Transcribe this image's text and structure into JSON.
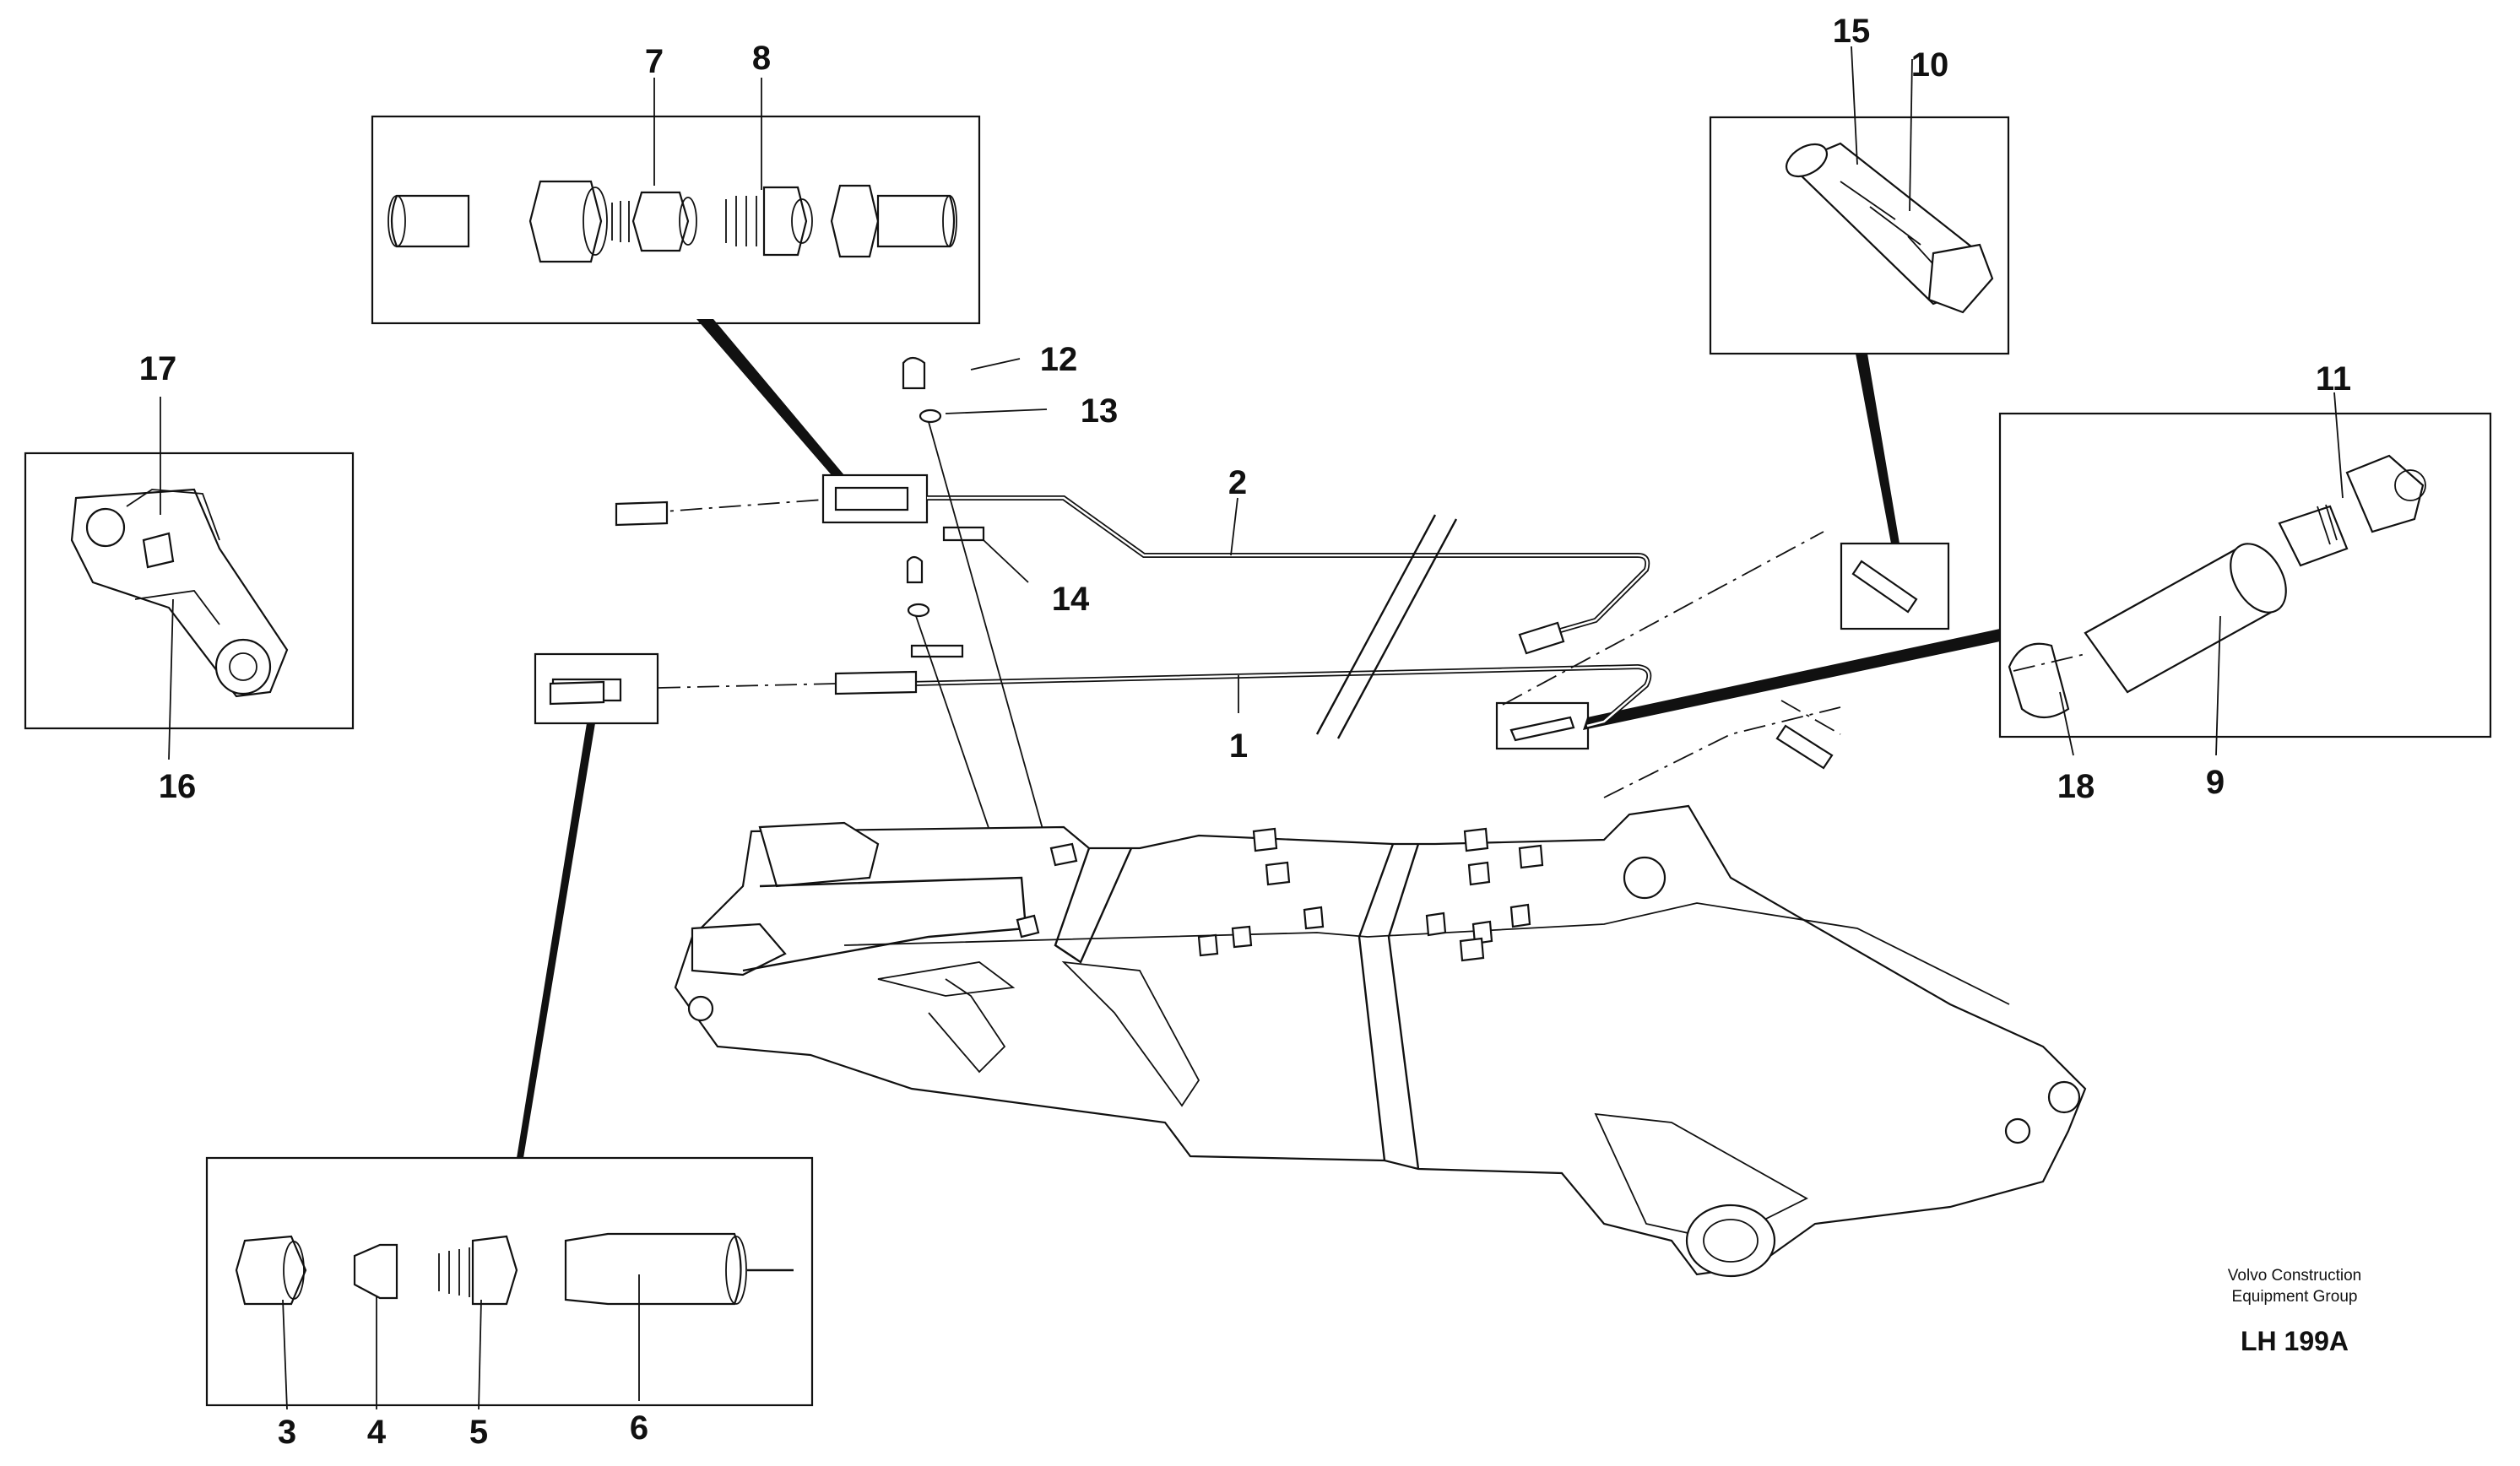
{
  "callouts": {
    "c1": "1",
    "c2": "2",
    "c3": "3",
    "c4": "4",
    "c5": "5",
    "c6": "6",
    "c7": "7",
    "c8": "8",
    "c9": "9",
    "c10": "10",
    "c11": "11",
    "c12": "12",
    "c13": "13",
    "c14": "14",
    "c15": "15",
    "c16": "16",
    "c17": "17",
    "c18": "18"
  },
  "caption": {
    "line1": "Volvo Construction",
    "line2": "Equipment Group",
    "code": "LH 199A"
  }
}
